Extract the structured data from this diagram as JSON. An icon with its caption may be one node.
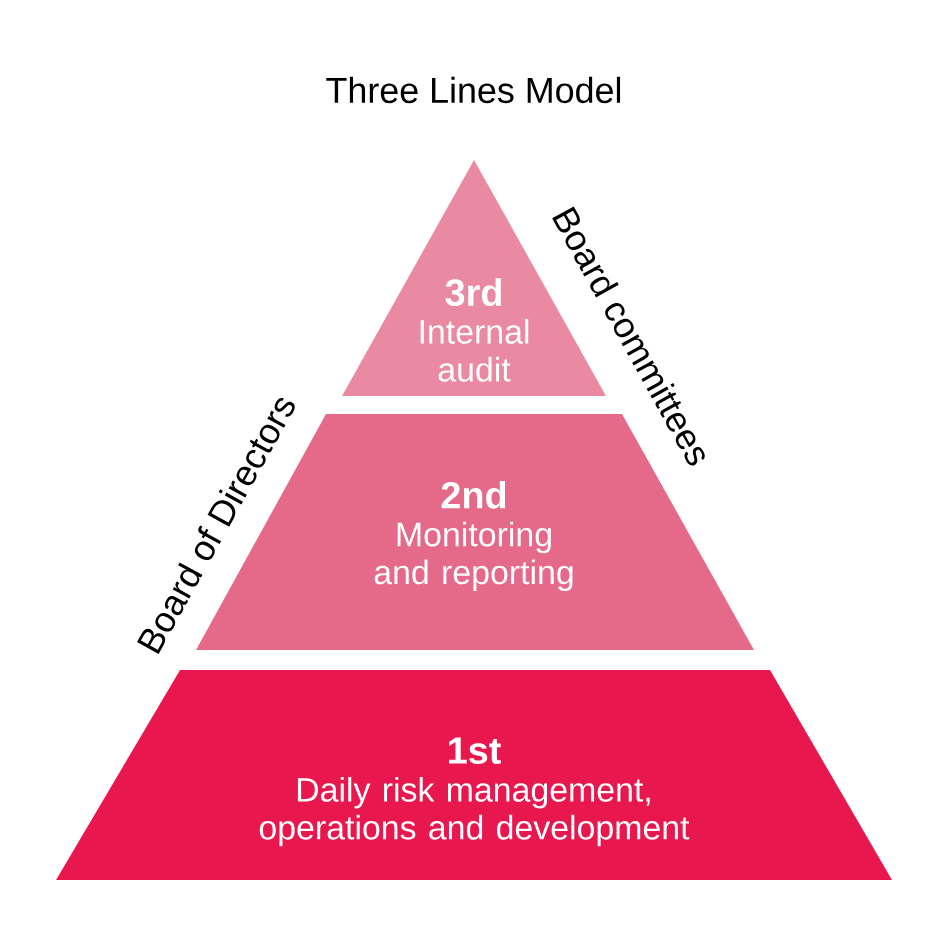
{
  "diagram": {
    "title": "Three Lines Model",
    "nodes": [
      {
        "text": [
          "3rd",
          "Internal audit"
        ]
      },
      {
        "text": [
          "2nd",
          "Monitoring and reporting"
        ]
      },
      {
        "text": [
          "1st",
          "Daily risk management, operations and development"
        ]
      }
    ],
    "labels": [
      "Board of Directors",
      "Board committees"
    ]
  }
}
